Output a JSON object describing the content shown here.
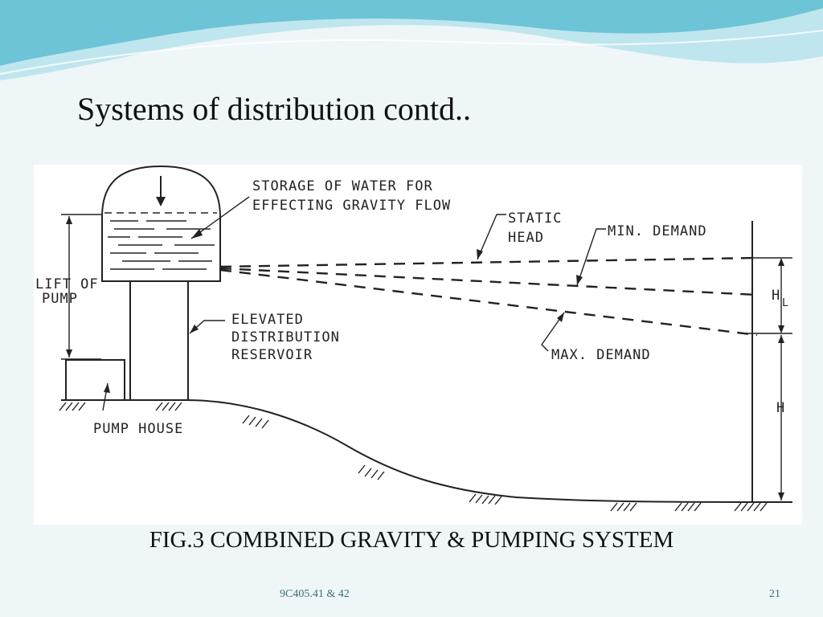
{
  "slide": {
    "title": "Systems of distribution contd..",
    "caption": "FIG.3 COMBINED GRAVITY & PUMPING SYSTEM",
    "footer_code": "9C405.41 & 42",
    "page_number": "21"
  },
  "diagram": {
    "storage_label_1": "STORAGE OF WATER FOR",
    "storage_label_2": "EFFECTING GRAVITY FLOW",
    "static_label_1": "STATIC",
    "static_label_2": "HEAD",
    "min_demand": "MIN. DEMAND",
    "max_demand": "MAX. DEMAND",
    "lift_label_1": "LIFT OF",
    "lift_label_2": "PUMP",
    "reservoir_label_1": "ELEVATED",
    "reservoir_label_2": "DISTRIBUTION",
    "reservoir_label_3": "RESERVOIR",
    "pump_house": "PUMP HOUSE",
    "hl_label": "H",
    "hl_sub": "L",
    "h_label": "H"
  },
  "colors": {
    "background": "#eef6f8",
    "wave_dark": "#6cc4d6",
    "wave_light": "#bfe6ee",
    "ink": "#222222",
    "footer_text": "#3a6f7a"
  }
}
